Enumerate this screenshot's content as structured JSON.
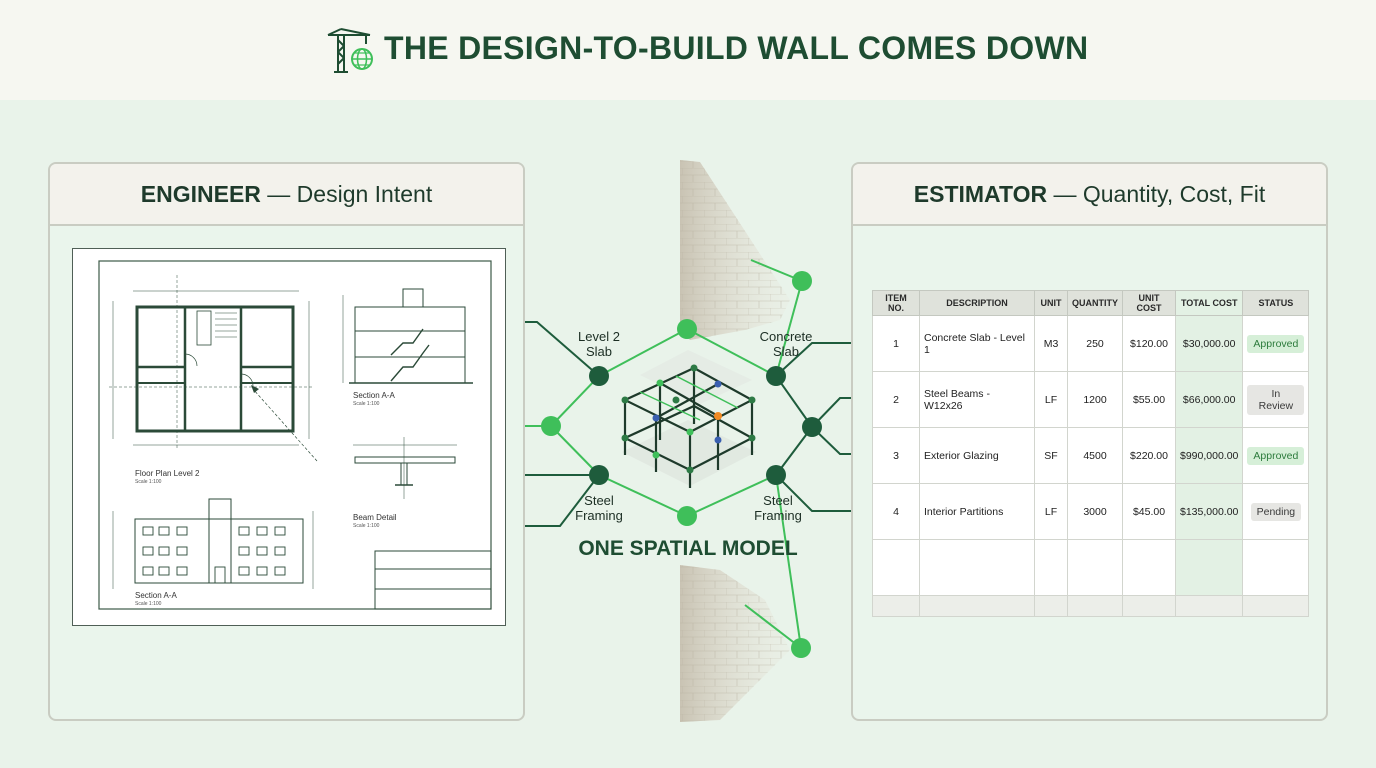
{
  "header": {
    "title": "THE DESIGN-TO-BUILD WALL COMES DOWN",
    "icon": "crane-globe-icon"
  },
  "engineer": {
    "title_bold": "ENGINEER",
    "title_rest": " — Design Intent",
    "drawing": {
      "floor_plan_label": "Floor Plan Level 2",
      "floor_plan_scale": "Scale 1:100",
      "section_top_label": "Section A-A",
      "section_top_scale": "Scale 1:100",
      "beam_label": "Beam Detail",
      "beam_scale": "Scale 1:100",
      "elevation_label": "Section A-A",
      "elevation_scale": "Scale 1:100"
    }
  },
  "center": {
    "labels": {
      "level2": "Level 2 Slab",
      "concrete": "Concrete Slab",
      "steel_left": "Steel Framing",
      "steel_right": "Steel Framing"
    },
    "model_title": "ONE SPATIAL MODEL"
  },
  "estimator": {
    "title_bold": "ESTIMATOR",
    "title_rest": " — Quantity, Cost, Fit",
    "columns": [
      "ITEM NO.",
      "DESCRIPTION",
      "UNIT",
      "QUANTITY",
      "UNIT COST",
      "TOTAL COST",
      "STATUS"
    ],
    "rows": [
      {
        "item": "1",
        "description": "Concrete Slab - Level 1",
        "unit": "M3",
        "quantity": "250",
        "unit_cost": "$120.00",
        "total": "$30,000.00",
        "status": "Approved"
      },
      {
        "item": "2",
        "description": "Steel Beams - W12x26",
        "unit": "LF",
        "quantity": "1200",
        "unit_cost": "$55.00",
        "total": "$66,000.00",
        "status": "In Review"
      },
      {
        "item": "3",
        "description": "Exterior Glazing",
        "unit": "SF",
        "quantity": "4500",
        "unit_cost": "$220.00",
        "total": "$990,000.00",
        "status": "Approved"
      },
      {
        "item": "4",
        "description": "Interior Partitions",
        "unit": "LF",
        "quantity": "3000",
        "unit_cost": "$45.00",
        "total": "$135,000.00",
        "status": "Pending"
      }
    ]
  },
  "colors": {
    "accent_green": "#3fbf5a",
    "dark_green": "#1e5c3c",
    "heading_green": "#1e4d32"
  }
}
